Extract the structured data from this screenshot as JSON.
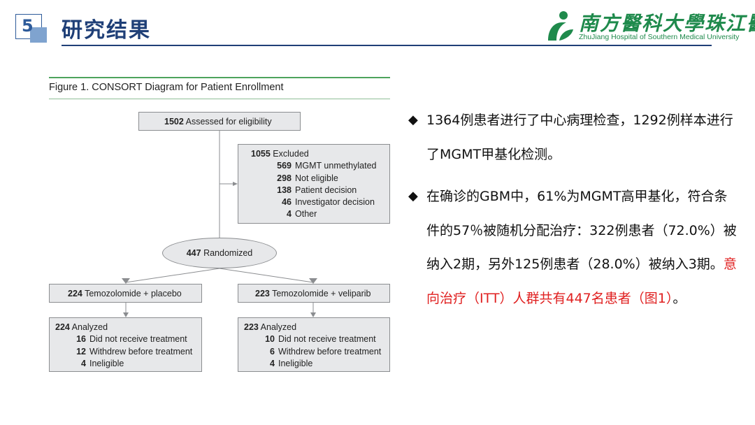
{
  "header": {
    "slide_number": "5",
    "title": "研究结果",
    "logo_cn": "南方醫科大學珠江醫院",
    "logo_en": "ZhuJiang Hospital of Southern Medical University"
  },
  "figure": {
    "title": "Figure 1. CONSORT Diagram for Patient Enrollment",
    "assessed": {
      "count": "1502",
      "label": "Assessed for eligibility"
    },
    "excluded": {
      "count": "1055",
      "label": "Excluded",
      "items": [
        {
          "count": "569",
          "label": "MGMT unmethylated"
        },
        {
          "count": "298",
          "label": "Not eligible"
        },
        {
          "count": "138",
          "label": "Patient decision"
        },
        {
          "count": "46",
          "label": "Investigator decision"
        },
        {
          "count": "4",
          "label": "Other"
        }
      ]
    },
    "randomized": {
      "count": "447",
      "label": "Randomized"
    },
    "arms": [
      {
        "count": "224",
        "label": "Temozolomide + placebo"
      },
      {
        "count": "223",
        "label": "Temozolomide + veliparib"
      }
    ],
    "analyzed": [
      {
        "count": "224",
        "label": "Analyzed",
        "items": [
          {
            "count": "16",
            "label": "Did not receive treatment"
          },
          {
            "count": "12",
            "label": "Withdrew before treatment"
          },
          {
            "count": "4",
            "label": "Ineligible"
          }
        ]
      },
      {
        "count": "223",
        "label": "Analyzed",
        "items": [
          {
            "count": "10",
            "label": "Did not receive treatment"
          },
          {
            "count": "6",
            "label": "Withdrew before treatment"
          },
          {
            "count": "4",
            "label": "Ineligible"
          }
        ]
      }
    ]
  },
  "bullets": [
    {
      "marker": "◆",
      "text": "1364例患者进行了中心病理检查，1292例样本进行了MGMT甲基化检测。"
    },
    {
      "marker": "◆",
      "text": "在确诊的GBM中，61%为MGMT高甲基化，符合条件的57％被随机分配治疗：322例患者（72.0%）被纳入2期，另外125例患者（28.0%）被纳入3期。",
      "highlight": "意向治疗（ITT）人群共有447名患者（图1）",
      "suffix": "。"
    }
  ],
  "colors": {
    "title": "#1f3f77",
    "accent": "#7fa3cf",
    "logo": "#1f8a4c",
    "figure_rule": "#4ea35c",
    "highlight": "#e02020",
    "box_fill": "#e7e8ea"
  }
}
